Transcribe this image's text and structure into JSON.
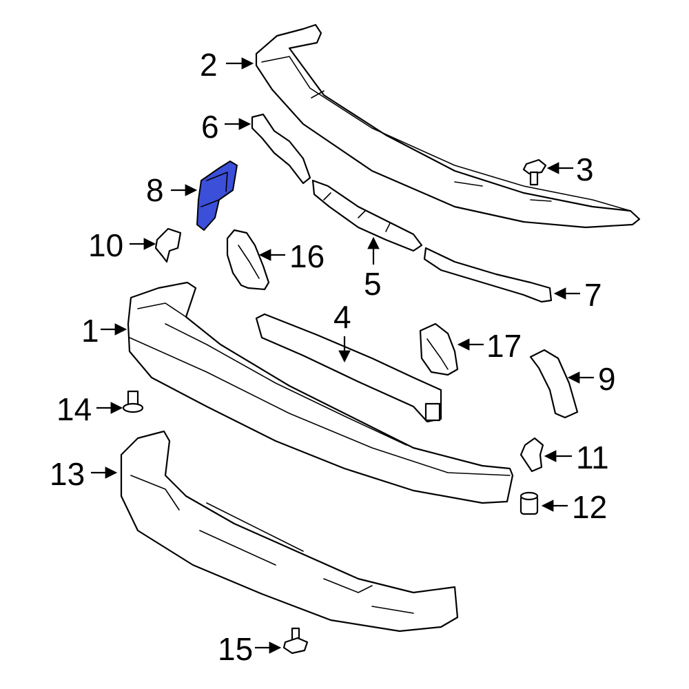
{
  "diagram": {
    "highlight_color": "#3b4fd8",
    "highlighted_part": "8",
    "callouts": [
      "1",
      "2",
      "3",
      "4",
      "5",
      "6",
      "7",
      "8",
      "9",
      "10",
      "11",
      "12",
      "13",
      "14",
      "15",
      "16",
      "17"
    ]
  }
}
